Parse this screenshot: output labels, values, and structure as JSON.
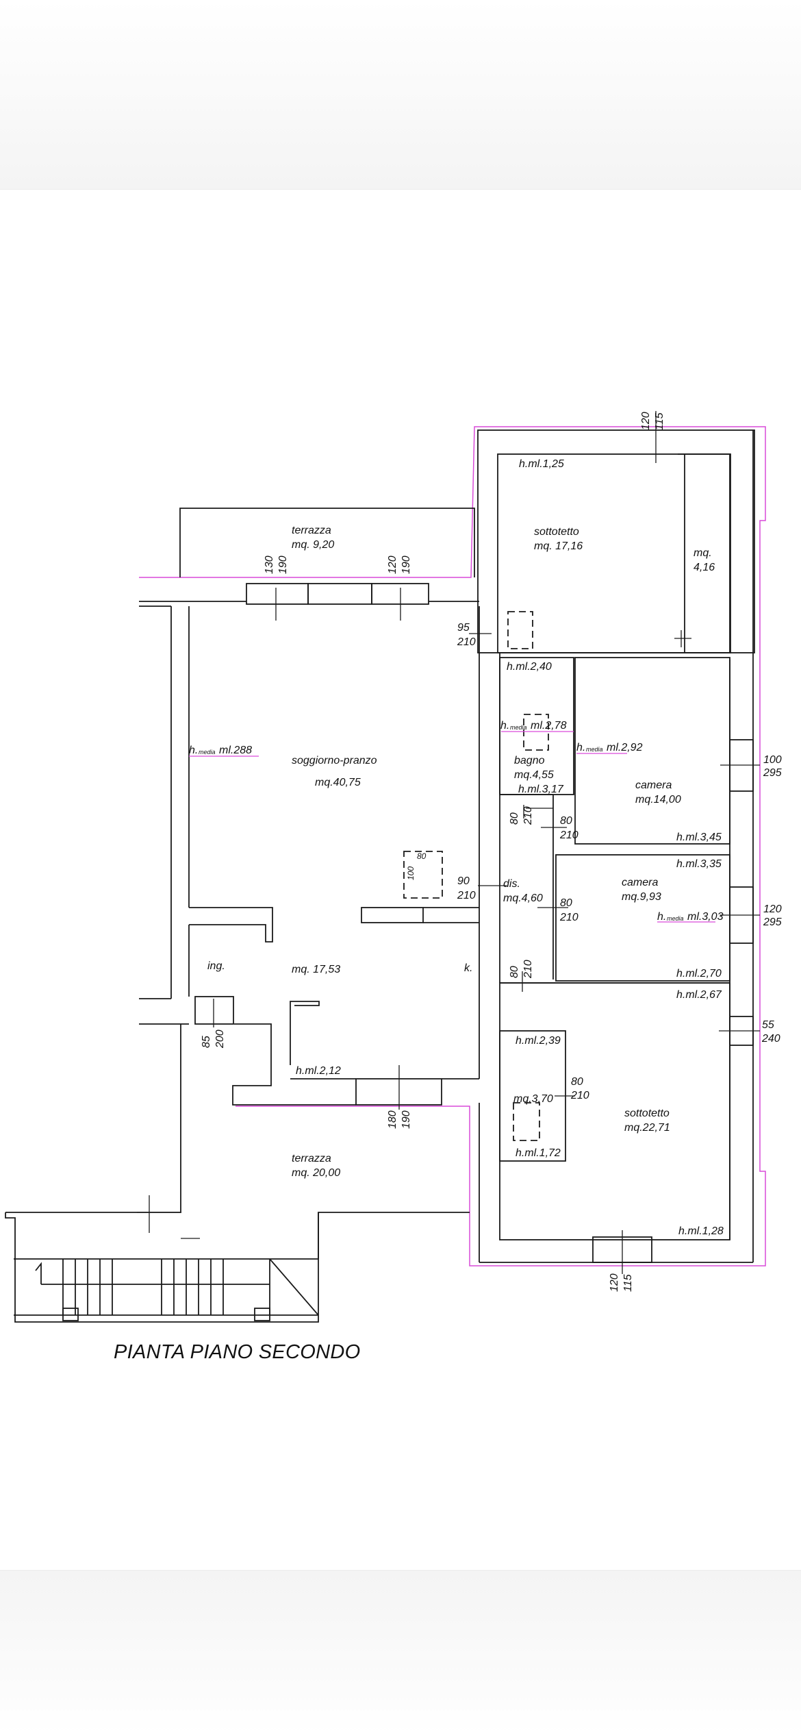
{
  "drawing_title": "PIANTA PIANO SECONDO",
  "colors": {
    "wall": "#1a1a1a",
    "boundary": "#d94ad9",
    "background": "#ffffff"
  },
  "labels": {
    "terrace_top_name": "terrazza",
    "terrace_top_area": "mq. 9,20",
    "attic_top_height": "h.ml.1,25",
    "attic_top_name": "sottotetto",
    "attic_top_area": "mq. 17,16",
    "attic_small_area_1": "mq.",
    "attic_small_area_2": "4,16",
    "living_height_prefix": "h.",
    "living_height_sub": "media",
    "living_height_value": "ml.288",
    "living_name": "soggiorno-pranzo",
    "living_area": "mq.40,75",
    "bath_height_top": "h.ml.2,40",
    "bath_height_media_prefix": "h.",
    "bath_height_media_sub": "media",
    "bath_height_media_value": "ml.2,78",
    "bath_name": "bagno",
    "bath_area": "mq.4,55",
    "bath_height_bottom": "h.ml.3,17",
    "bed1_height_prefix": "h.",
    "bed1_height_sub": "media",
    "bed1_height_value": "ml.2,92",
    "bed1_name": "camera",
    "bed1_area": "mq.14,00",
    "bed1_height_bottom": "h.ml.3,45",
    "bed2_height_top": "h.ml.3,35",
    "bed2_name": "camera",
    "bed2_area": "mq.9,93",
    "bed2_height_prefix": "h.",
    "bed2_height_sub": "media",
    "bed2_height_value": "ml.3,03",
    "bed2_height_bottom": "h.ml.2,70",
    "hall_name": "dis.",
    "hall_area": "mq.4,60",
    "entry_name": "ing.",
    "entry_area": "mq. 17,53",
    "kitchen_name": "k.",
    "entry_height": "h.ml.2,12",
    "attic_bottom_height_top": "h.ml.2,67",
    "attic_small_bottom_height_top": "h.ml.2,39",
    "attic_small_bottom_area": "mq.3,70",
    "attic_small_bottom_height_bottom": "h.ml.1,72",
    "attic_bottom_name": "sottotetto",
    "attic_bottom_area": "mq.22,71",
    "attic_bottom_height_bottom": "h.ml.1,28",
    "terrace_bottom_name": "terrazza",
    "terrace_bottom_area": "mq. 20,00",
    "skylight_dim": "80",
    "skylight_dim_2": "100"
  },
  "openings": {
    "top_window_w": "120",
    "top_window_h": "115",
    "terrace_win1_w": "130",
    "terrace_win1_h": "190",
    "terrace_win2_w": "120",
    "terrace_win2_h": "190",
    "living_door_w": "95",
    "living_door_h": "210",
    "bed1_window_w": "100",
    "bed1_window_h": "295",
    "bath_door_w": "80",
    "bath_door_h": "210",
    "bed1_door_w": "80",
    "bed1_door_h": "210",
    "hall_door_w": "90",
    "hall_door_h": "210",
    "bed2_door_w": "80",
    "bed2_door_h": "210",
    "bed2_window_w": "120",
    "bed2_window_h": "295",
    "lower_door_w": "80",
    "lower_door_h": "210",
    "attic_window_w": "55",
    "attic_window_h": "240",
    "entry_door_w": "85",
    "entry_door_h": "200",
    "small_attic_door_w": "80",
    "small_attic_door_h": "210",
    "terrace_door_w": "180",
    "terrace_door_h": "190",
    "bottom_window_w": "120",
    "bottom_window_h": "115"
  }
}
